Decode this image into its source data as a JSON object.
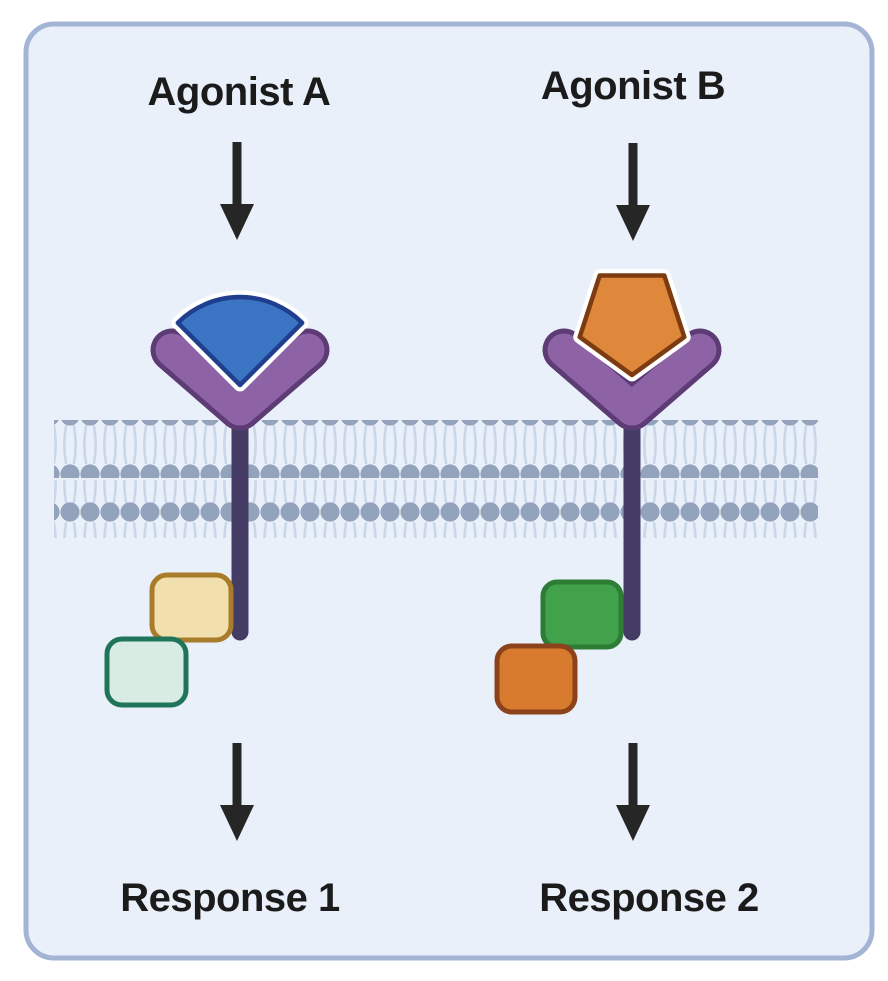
{
  "figure_type": "receptor-signaling-diagram",
  "panel": {
    "background": "#e9f0f9",
    "border_color": "#a3b4d5"
  },
  "pathway_a": {
    "agonist_label": "Agonist A",
    "response_label": "Response 1",
    "ligand": {
      "shape": "fan-sector",
      "fill": "#3c74c4",
      "border": "#203e8e"
    },
    "effectors": [
      {
        "shape": "rounded-square",
        "fill": "#f2dfae",
        "border": "#a87c2a"
      },
      {
        "shape": "rounded-square",
        "fill": "#d8ece3",
        "border": "#20745a"
      }
    ]
  },
  "pathway_b": {
    "agonist_label": "Agonist B",
    "response_label": "Response 2",
    "ligand": {
      "shape": "pentagon",
      "fill": "#df883c",
      "border": "#7c3b10"
    },
    "effectors": [
      {
        "shape": "rounded-square",
        "fill": "#42a14b",
        "border": "#2d7d36"
      },
      {
        "shape": "rounded-square",
        "fill": "#d97b2f",
        "border": "#8c431b"
      }
    ]
  },
  "receptor": {
    "shape": "y-shaped-receptor",
    "arm_fill": "#8d63a6",
    "arm_border": "#5d3b74",
    "stem_color": "#453c66"
  },
  "membrane": {
    "head_color": "#94a3bc",
    "tail_color": "#c9d7e9"
  },
  "arrow_color": "#262626",
  "text_color": "#1b1b1b"
}
